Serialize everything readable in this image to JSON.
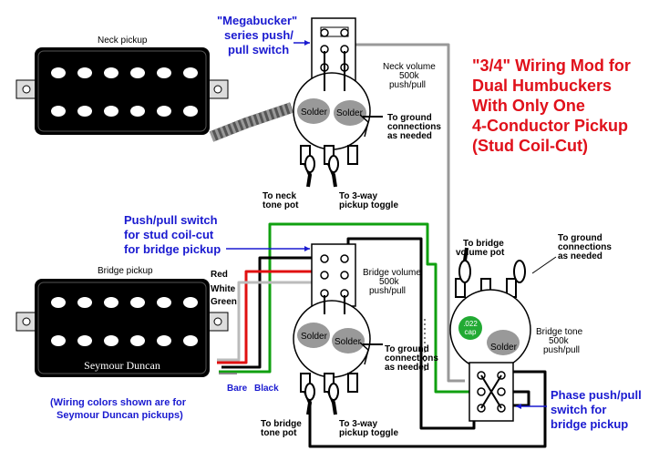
{
  "title_lines": [
    "\"3/4\" Wiring Mod for",
    "Dual Humbuckers",
    "With Only One",
    "4-Conductor Pickup",
    "(Stud Coil-Cut)"
  ],
  "neck": {
    "pickup_label": "Neck pickup",
    "switch_label_lines": [
      "\"Megabucker\"",
      "series push/",
      "pull switch"
    ],
    "pot_label_lines": [
      "Neck volume",
      "500k",
      "push/pull"
    ],
    "solder_1": "Solder",
    "solder_2": "Solder",
    "ground_label_lines": [
      "To ground",
      "connections",
      "as needed"
    ],
    "tone_label_lines": [
      "To neck",
      "tone pot"
    ],
    "toggle_label_lines": [
      "To 3-way",
      "pickup toggle"
    ]
  },
  "bridge": {
    "pickup_label": "Bridge pickup",
    "brand": "Seymour Duncan",
    "coilcut_label_lines": [
      "Push/pull switch",
      "for stud coil-cut",
      "for bridge pickup"
    ],
    "wire_red": "Red",
    "wire_white": "White",
    "wire_green": "Green",
    "wire_bare": "Bare",
    "wire_black": "Black",
    "pot_label_lines": [
      "Bridge volume",
      "500k",
      "push/pull"
    ],
    "solder_1": "Solder",
    "solder_2": "Solder",
    "ground_label_lines": [
      "To ground",
      "connections",
      "as needed"
    ],
    "tone_label_lines": [
      "To bridge",
      "tone pot"
    ],
    "toggle_label_lines": [
      "To 3-way",
      "pickup toggle"
    ],
    "colors_note_lines": [
      "(Wiring colors shown are for",
      "Seymour Duncan pickups)"
    ]
  },
  "tone": {
    "to_vol_label_lines": [
      "To bridge",
      "volume pot"
    ],
    "ground_label_lines": [
      "To ground",
      "connections",
      "as needed"
    ],
    "pot_label_lines": [
      "Bridge tone",
      "500k",
      "push/pull"
    ],
    "cap_lines": [
      ".022",
      "cap"
    ],
    "solder": "Solder",
    "phase_label_lines": [
      "Phase push/pull",
      "switch for",
      "bridge pickup"
    ]
  },
  "colors": {
    "red_wire": "#e01010",
    "green_wire": "#10a010",
    "white_wire": "#bbbbbb",
    "gray_wire": "#999999",
    "title_red": "#e0101a",
    "label_blue": "#1a1ad0",
    "cap_green": "#22aa33"
  }
}
